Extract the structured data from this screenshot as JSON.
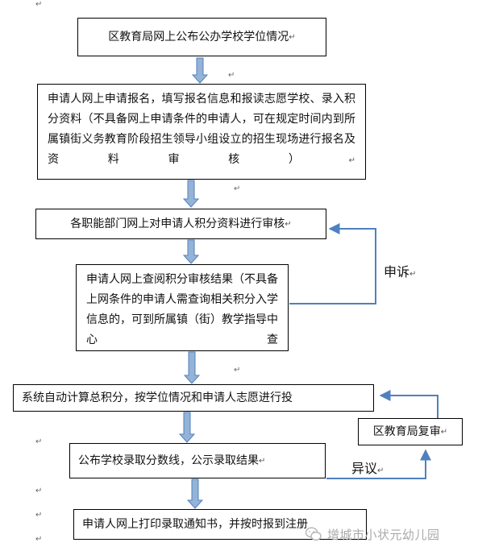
{
  "paragraph_mark": "↵",
  "flow": {
    "step1": "区教育局网上公布公办学校学位情况",
    "step2": "申请人网上申请报名，填写报名信息和报读志愿学校、录入积分资料（不具备网上申请条件的申请人，可在规定时间内到所属镇街义务教育阶段招生领导小组设立的招生现场进行报名及资料审核）",
    "step3": "各职能部门网上对申请人积分资料进行审核",
    "step4": "申请人网上查阅积分审核结果（不具备上网条件的申请人需查询相关积分入学信息的，可到所属镇（街）教学指导中心查",
    "step5": "系统自动计算总积分，按学位情况和申请人志愿进行投",
    "step6": "公布学校录取分数线，公示录取结果",
    "step7": "申请人网上打印录取通知书，并按时报到注册",
    "side_box": "区教育局复审",
    "appeal_label": "申诉",
    "objection_label": "异议"
  },
  "watermark": "增城市小状元幼儿园",
  "colors": {
    "arrow_fill": "#95b3d7",
    "arrow_stroke": "#4f81bd",
    "connector": "#4f81bd"
  }
}
